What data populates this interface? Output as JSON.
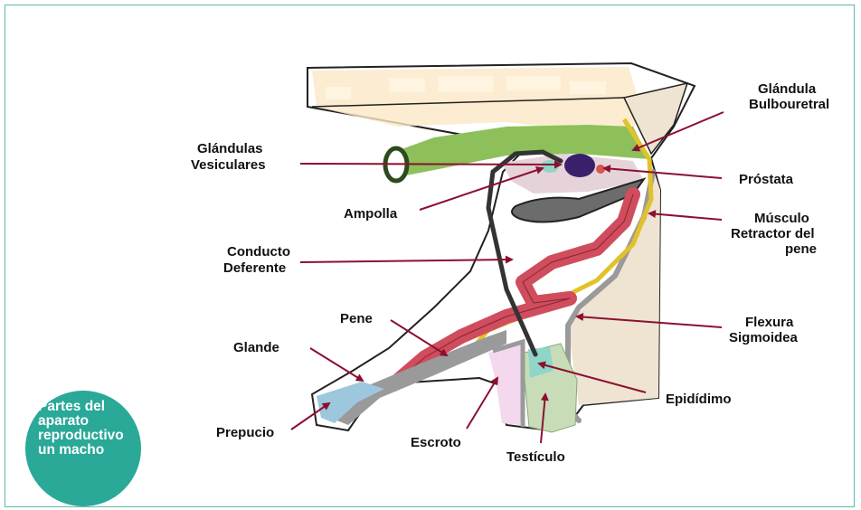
{
  "colors": {
    "frame": "#5fb8ac",
    "badge": "#2aa898",
    "arrow": "#8b1030",
    "skin": "#ffffff",
    "bone": "#fbe7c6",
    "rectum": "#8dc05a",
    "urethra": "#cf4d5d",
    "penis_shaft": "#9a9a9a",
    "testicle": "#c8dcb8",
    "epididymis": "#8fd6c8",
    "scrotum": "#f3d8ee",
    "prepuce": "#9cc7dc",
    "retractor": "#e2c22a",
    "prostate": "#3a1f6b",
    "vesicular": "#e6d3da"
  },
  "badge": {
    "lines": [
      "Partes del",
      "aparato",
      "reproductivo",
      "un macho"
    ]
  },
  "labels": {
    "bulbouretral": [
      "Glándula",
      "Bulbouretral"
    ],
    "vesiculares": [
      "Glándulas",
      "Vesiculares"
    ],
    "prostata": [
      "Próstata"
    ],
    "ampolla": [
      "Ampolla"
    ],
    "musculo": [
      "Músculo",
      "Retractor del",
      "pene"
    ],
    "conducto": [
      "Conducto",
      "Deferente"
    ],
    "pene": [
      "Pene"
    ],
    "flexura": [
      "Flexura",
      "Sigmoidea"
    ],
    "glande": [
      "Glande"
    ],
    "epididimo": [
      "Epidídimo"
    ],
    "prepucio": [
      "Prepucio"
    ],
    "escroto": [
      "Escroto"
    ],
    "testiculo": [
      "Testículo"
    ]
  }
}
